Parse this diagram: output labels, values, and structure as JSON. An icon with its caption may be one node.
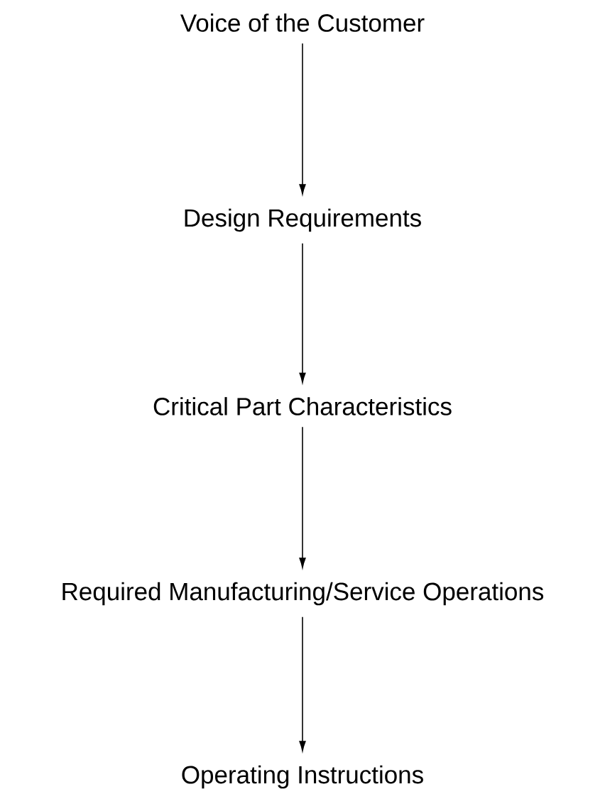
{
  "diagram": {
    "nodes": [
      {
        "text": [
          "Voice of the Customer"
        ]
      },
      {
        "text": [
          "Design Requirements"
        ]
      },
      {
        "text": [
          "Critical Part Characteristics"
        ]
      },
      {
        "text": [
          "Required Manufacturing/Service Operations"
        ]
      },
      {
        "text": [
          "Operating Instructions"
        ]
      }
    ],
    "edges": [
      {
        "from": 0,
        "to": 1,
        "arrow": "to"
      },
      {
        "from": 1,
        "to": 2,
        "arrow": "to"
      },
      {
        "from": 2,
        "to": 3,
        "arrow": "to"
      },
      {
        "from": 3,
        "to": 4,
        "arrow": "to"
      }
    ]
  }
}
